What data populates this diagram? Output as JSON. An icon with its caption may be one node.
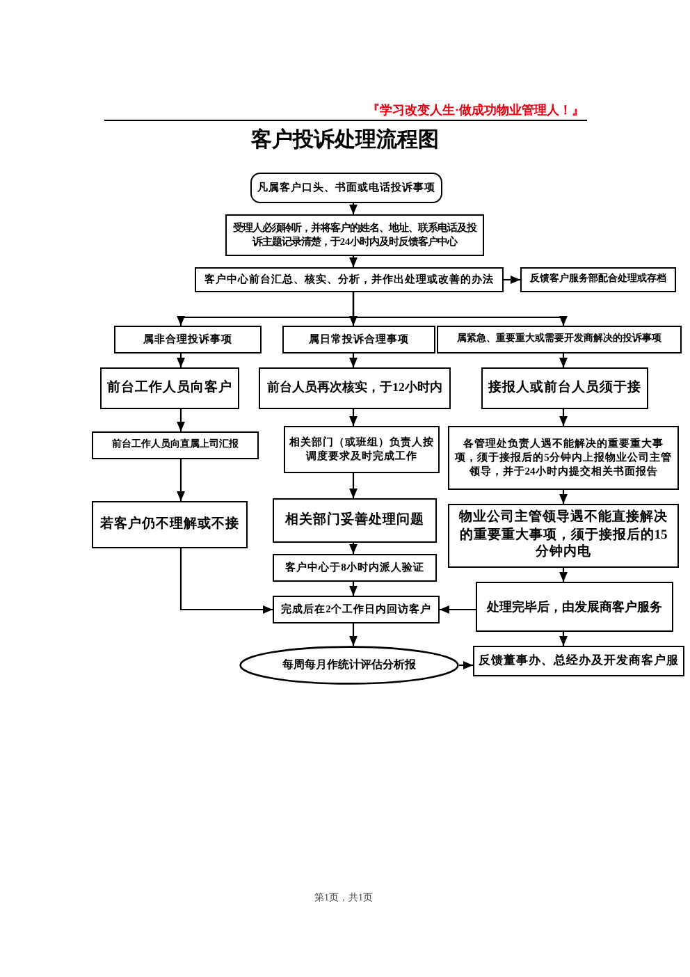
{
  "diagram": {
    "title": "客户投诉处理流程图",
    "nodes": [
      {
        "text": [
          "凡属客户口头、书面或电话投诉事项"
        ]
      },
      {
        "text": [
          "受理人必须聆听，并将客户的姓名、地址、联系电话及投诉主题记录清楚，于24小时内及时反馈客户中心"
        ]
      },
      {
        "text": [
          "客户中心前台汇总、核实、分析，并作出处理或改善的办法"
        ]
      },
      {
        "text": [
          "反馈客户服务部配合处理或存档"
        ]
      },
      {
        "text": [
          "属非合理投诉事项"
        ]
      },
      {
        "text": [
          "属日常投诉合理事项"
        ]
      },
      {
        "text": [
          "属紧急、重要重大或需要开发商解决的投诉事项"
        ]
      },
      {
        "text": [
          "前台工作人员向客户"
        ]
      },
      {
        "text": [
          "前台人员再次核实，于12小时内"
        ]
      },
      {
        "text": [
          "接报人或前台人员须于接"
        ]
      },
      {
        "text": [
          "前台工作人员向直属上司汇报"
        ]
      },
      {
        "text": [
          "相关部门（或班组）负责人按调度要求及时完成工作"
        ]
      },
      {
        "text": [
          "各管理处负责人遇不能解决的重要重大事项，须于接报后的5分钟内上报物业公司主管领导，并于24小时内提交相关书面报告"
        ]
      },
      {
        "text": [
          "若客户仍不理解或不接"
        ]
      },
      {
        "text": [
          "相关部门妥善处理问题"
        ]
      },
      {
        "text": [
          "物业公司主管领导遇不能直接解决的重要重大事项，须于接报后的15分钟内电"
        ]
      },
      {
        "text": [
          "客户中心于8小时内派人验证"
        ]
      },
      {
        "text": [
          "完成后在2个工作日内回访客户"
        ]
      },
      {
        "text": [
          "处理完毕后，由发展商客户服务"
        ]
      },
      {
        "text": [
          "每周每月作统计评估分析报"
        ]
      },
      {
        "text": [
          "反馈董事办、总经办及开发商客户服"
        ]
      }
    ],
    "edges": [
      {
        "from": 0,
        "to": 1,
        "arrow": "to"
      },
      {
        "from": 1,
        "to": 2,
        "arrow": "to"
      },
      {
        "from": 2,
        "to": 3,
        "arrow": "to"
      },
      {
        "from": 2,
        "to": 4,
        "arrow": "to"
      },
      {
        "from": 2,
        "to": 5,
        "arrow": "to"
      },
      {
        "from": 2,
        "to": 6,
        "arrow": "to"
      },
      {
        "from": 4,
        "to": 7,
        "arrow": "to"
      },
      {
        "from": 5,
        "to": 8,
        "arrow": "to"
      },
      {
        "from": 6,
        "to": 9,
        "arrow": "to"
      },
      {
        "from": 7,
        "to": 10,
        "arrow": "to"
      },
      {
        "from": 8,
        "to": 11,
        "arrow": "to"
      },
      {
        "from": 9,
        "to": 12,
        "arrow": "to"
      },
      {
        "from": 10,
        "to": 13,
        "arrow": "to"
      },
      {
        "from": 11,
        "to": 14,
        "arrow": "to"
      },
      {
        "from": 12,
        "to": 15,
        "arrow": "to"
      },
      {
        "from": 14,
        "to": 16,
        "arrow": "to"
      },
      {
        "from": 16,
        "to": 17,
        "arrow": "to"
      },
      {
        "from": 13,
        "to": 17,
        "arrow": "to"
      },
      {
        "from": 15,
        "to": 18,
        "arrow": "to"
      },
      {
        "from": 18,
        "to": 17,
        "arrow": "to"
      },
      {
        "from": 17,
        "to": 19,
        "arrow": "to"
      },
      {
        "from": 19,
        "to": 20,
        "arrow": "to"
      },
      {
        "from": 18,
        "to": 20,
        "arrow": "to"
      }
    ],
    "labels": [
      "『学习改变人生·做成功物业管理人！』",
      "第1页，共1页"
    ]
  }
}
